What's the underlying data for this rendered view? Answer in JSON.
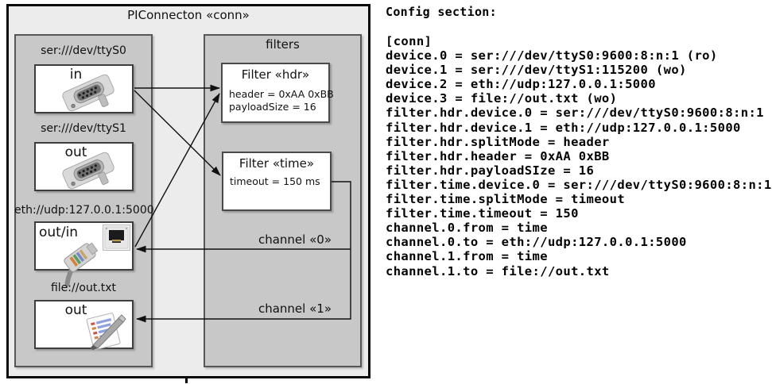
{
  "colors": {
    "outer_background": "#ececec",
    "panel_background": "#c8c8c8",
    "box_background": "#ffffff",
    "border": "#565656",
    "arrow": "#111111"
  },
  "diagram": {
    "title": "PIConnecton «conn»",
    "filters_title": "filters",
    "devices": [
      {
        "label": "ser:///dev/ttyS0",
        "port": "in",
        "icon": "serial-connector-icon"
      },
      {
        "label": "ser:///dev/ttyS1",
        "port": "out",
        "icon": "serial-connector-icon"
      },
      {
        "label": "eth://udp:127.0.0.1:5000",
        "port": "out/in",
        "icon": "ethernet-icon"
      },
      {
        "label": "file://out.txt",
        "port": "out",
        "icon": "document-icon"
      }
    ],
    "filters": [
      {
        "title": "Filter «hdr»",
        "attrs": [
          "header = 0xAA 0xBB",
          "payloadSize = 16"
        ]
      },
      {
        "title": "Filter «time»",
        "attrs": [
          "timeout = 150 ms"
        ]
      }
    ],
    "channels": [
      {
        "label": "channel «0»"
      },
      {
        "label": "channel «1»"
      }
    ]
  },
  "config": {
    "heading": "Config section:",
    "lines": [
      "[conn]",
      "device.0 = ser:///dev/ttyS0:9600:8:n:1 (ro)",
      "device.1 = ser:///dev/ttyS1:115200 (wo)",
      "device.2 = eth://udp:127.0.0.1:5000",
      "device.3 = file://out.txt (wo)",
      "filter.hdr.device.0 = ser:///dev/ttyS0:9600:8:n:1",
      "filter.hdr.device.1 = eth://udp:127.0.0.1:5000",
      "filter.hdr.splitMode = header",
      "filter.hdr.header = 0xAA 0xBB",
      "filter.hdr.payloadSIze = 16",
      "filter.time.device.0 = ser:///dev/ttyS0:9600:8:n:1",
      "filter.time.splitMode = timeout",
      "filter.time.timeout = 150",
      "channel.0.from = time",
      "channel.0.to = eth://udp:127.0.0.1:5000",
      "channel.1.from = time",
      "channel.1.to = file://out.txt"
    ]
  }
}
